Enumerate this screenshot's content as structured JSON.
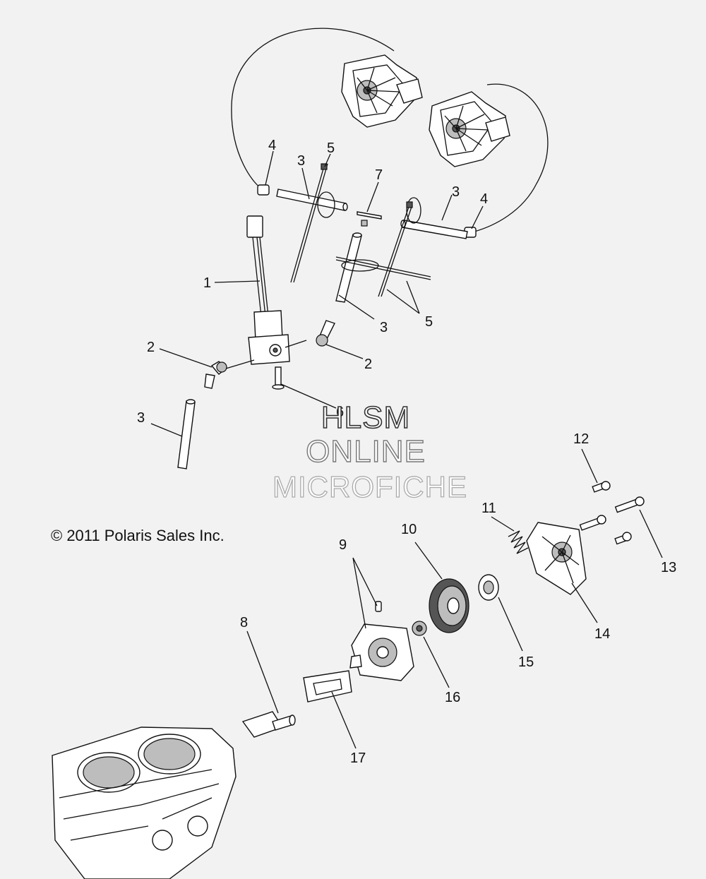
{
  "copyright": "© 2011 Polaris Sales Inc.",
  "watermark": {
    "line1": "HLSM",
    "line2": "ONLINE",
    "line3": "MICROFICHE"
  },
  "callouts": [
    {
      "id": "c1",
      "label": "1"
    },
    {
      "id": "c2a",
      "label": "2"
    },
    {
      "id": "c2b",
      "label": "2"
    },
    {
      "id": "c3a",
      "label": "3"
    },
    {
      "id": "c3b",
      "label": "3"
    },
    {
      "id": "c3c",
      "label": "3"
    },
    {
      "id": "c3d",
      "label": "3"
    },
    {
      "id": "c4a",
      "label": "4"
    },
    {
      "id": "c4b",
      "label": "4"
    },
    {
      "id": "c5a",
      "label": "5"
    },
    {
      "id": "c5b",
      "label": "5"
    },
    {
      "id": "c6",
      "label": "6"
    },
    {
      "id": "c7",
      "label": "7"
    },
    {
      "id": "c8",
      "label": "8"
    },
    {
      "id": "c9",
      "label": "9"
    },
    {
      "id": "c10",
      "label": "10"
    },
    {
      "id": "c11",
      "label": "11"
    },
    {
      "id": "c12",
      "label": "12"
    },
    {
      "id": "c13",
      "label": "13"
    },
    {
      "id": "c14",
      "label": "14"
    },
    {
      "id": "c15",
      "label": "15"
    },
    {
      "id": "c16",
      "label": "16"
    },
    {
      "id": "c17",
      "label": "17"
    }
  ]
}
